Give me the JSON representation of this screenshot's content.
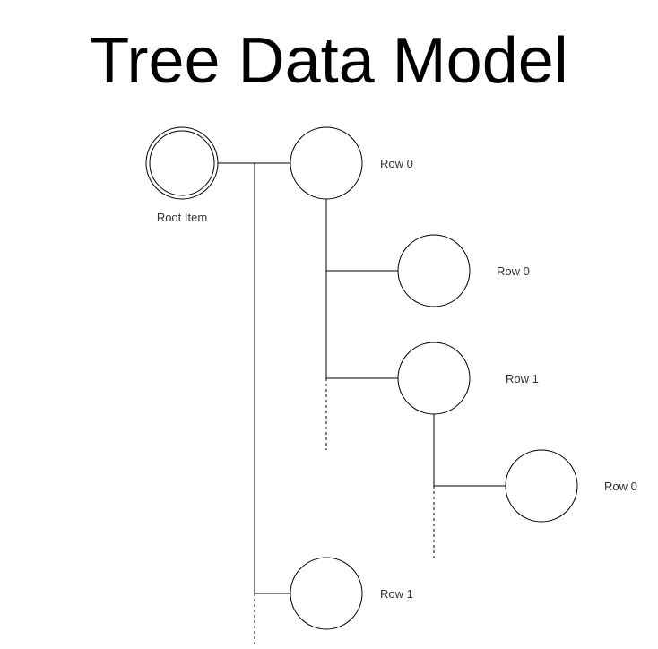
{
  "diagram": {
    "title": "Tree Data Model",
    "root": {
      "label": "Root Item"
    },
    "nodes": [
      {
        "label": "Row 0"
      },
      {
        "label": "Row 0"
      },
      {
        "label": "Row 1"
      },
      {
        "label": "Row 0"
      },
      {
        "label": "Row 1"
      }
    ]
  },
  "colors": {
    "line": "#000000",
    "label_text": "#333333",
    "background": "#ffffff"
  }
}
